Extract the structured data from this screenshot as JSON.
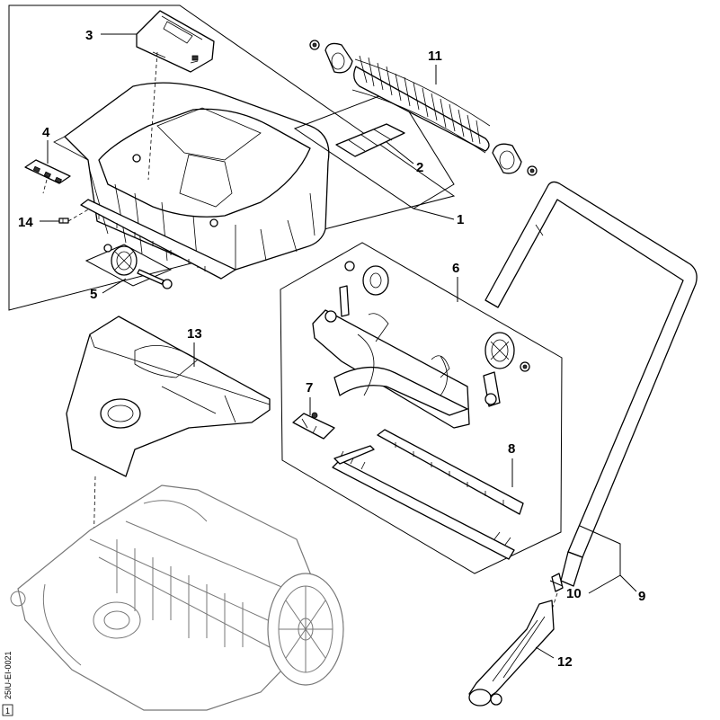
{
  "callouts": {
    "c1": "1",
    "c2": "2",
    "c3": "3",
    "c4": "4",
    "c5": "5",
    "c6": "6",
    "c7": "7",
    "c8": "8",
    "c9": "9",
    "c10": "10",
    "c11": "11",
    "c12": "12",
    "c13": "13",
    "c14": "14"
  },
  "drawing_code": "25IU-EI-0021",
  "corner_mark": "1"
}
